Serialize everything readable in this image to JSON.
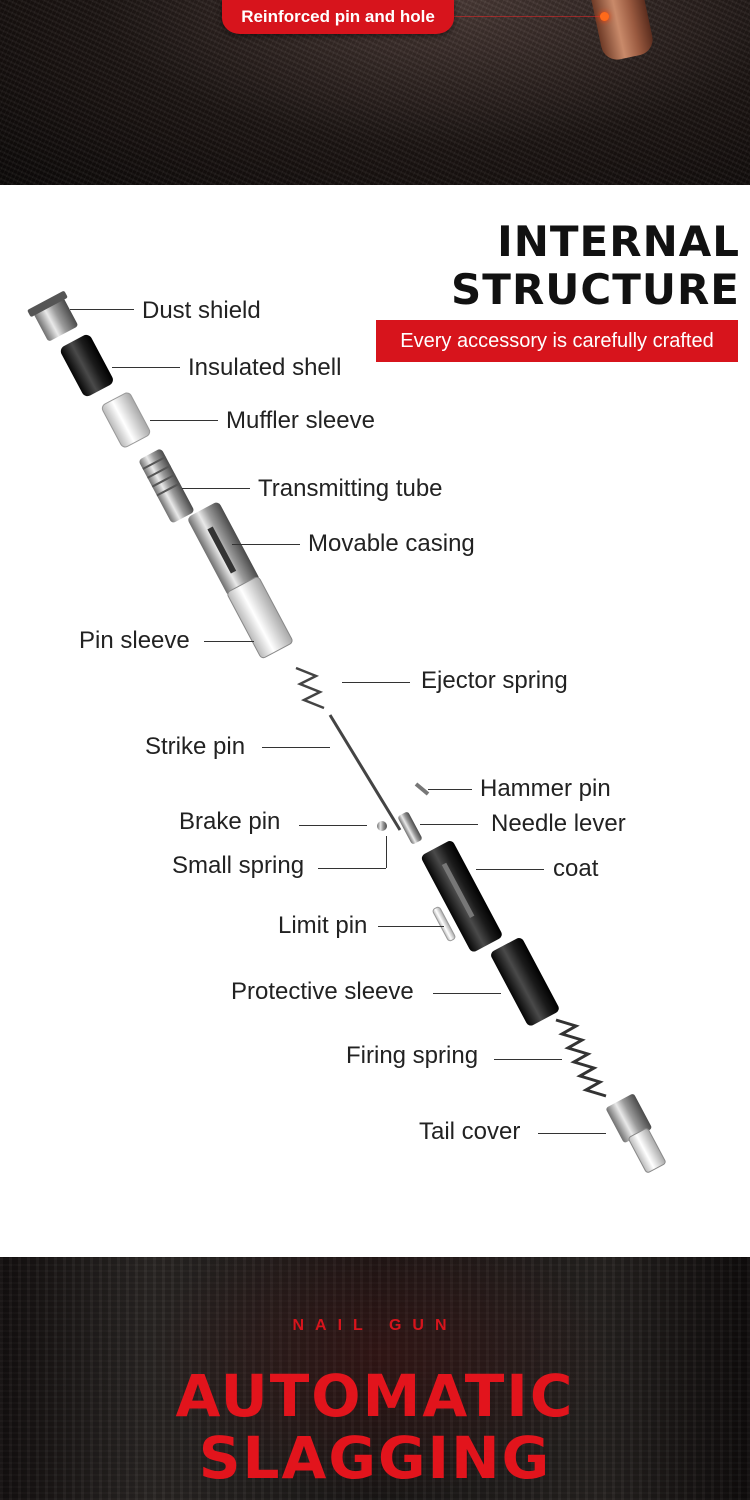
{
  "top_banner": {
    "pill_text": "Reinforced pin and hole"
  },
  "header": {
    "title_line1": "INTERNAL",
    "title_line2": "STRUCTURE",
    "subtitle": "Every accessory is carefully crafted"
  },
  "parts": {
    "dust_shield": "Dust shield",
    "insulated_shell": "Insulated shell",
    "muffler_sleeve": "Muffler sleeve",
    "transmitting_tube": "Transmitting tube",
    "movable_casing": "Movable casing",
    "pin_sleeve": "Pin sleeve",
    "ejector_spring": "Ejector spring",
    "strike_pin": "Strike pin",
    "hammer_pin": "Hammer pin",
    "brake_pin": "Brake pin",
    "needle_lever": "Needle lever",
    "small_spring": "Small spring",
    "coat": "coat",
    "limit_pin": "Limit pin",
    "protective_sleeve": "Protective sleeve",
    "firing_spring": "Firing spring",
    "tail_cover": "Tail cover"
  },
  "bottom_banner": {
    "kicker": "NAIL GUN",
    "title_line1": "AUTOMATIC",
    "title_line2": "SLAGGING"
  },
  "colors": {
    "accent_red": "#d7141c",
    "text_dark": "#111111"
  }
}
